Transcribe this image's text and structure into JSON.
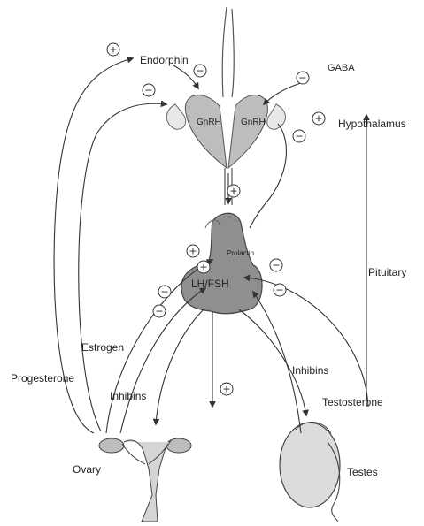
{
  "labels": {
    "endorphin": "Endorphin",
    "gaba": "GABA",
    "gnrh_left": "GnRH",
    "gnrh_right": "GnRH",
    "hypothalamus": "Hypothalamus",
    "prolactin": "Prolactin",
    "lh_fsh": "LH/FSH",
    "pituitary": "Pituitary",
    "estrogen": "Estrogen",
    "progesterone": "Progesterone",
    "inhibins_left": "Inhibins",
    "inhibins_right": "Inhibins",
    "testosterone": "Testosterone",
    "ovary": "Ovary",
    "testes": "Testes"
  },
  "signs": {
    "endorphin_stim": "+",
    "endorphin_inhib": "−",
    "gnrh_left_inhib": "−",
    "gaba_inhib": "−",
    "hypothalamus_stim": "+",
    "gnrh_right_inhib": "−",
    "gnrh_to_pituitary_stim": "+",
    "prolactin_stim": "+",
    "estrogen_stim": "+",
    "testosterone_inhib": "−",
    "inhibin_left_a": "−",
    "inhibin_left_b": "−",
    "inhibin_right": "−",
    "gonad_stim": "+"
  }
}
